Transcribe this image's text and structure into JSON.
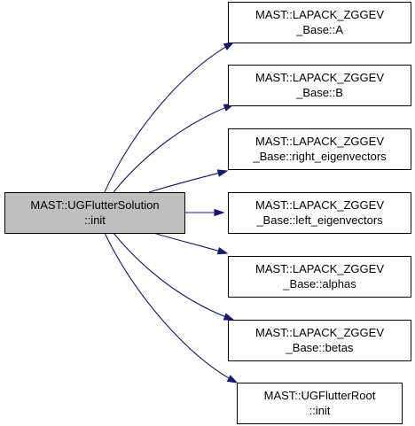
{
  "colors": {
    "root_fill": "#bfbfbf",
    "node_fill": "#ffffff",
    "border": "#000000",
    "edge": "#191970"
  },
  "root": {
    "id": "root",
    "lines": [
      "MAST::UGFlutterSolution",
      "::init"
    ]
  },
  "nodes": [
    {
      "id": "a",
      "lines": [
        "MAST::LAPACK_ZGGEV",
        "_Base::A"
      ]
    },
    {
      "id": "b",
      "lines": [
        "MAST::LAPACK_ZGGEV",
        "_Base::B"
      ]
    },
    {
      "id": "right-eigenvectors",
      "lines": [
        "MAST::LAPACK_ZGGEV",
        "_Base::right_eigenvectors"
      ]
    },
    {
      "id": "left-eigenvectors",
      "lines": [
        "MAST::LAPACK_ZGGEV",
        "_Base::left_eigenvectors"
      ]
    },
    {
      "id": "alphas",
      "lines": [
        "MAST::LAPACK_ZGGEV",
        "_Base::alphas"
      ]
    },
    {
      "id": "betas",
      "lines": [
        "MAST::LAPACK_ZGGEV",
        "_Base::betas"
      ]
    },
    {
      "id": "ugflutterroot-init",
      "lines": [
        "MAST::UGFlutterRoot",
        "::init"
      ]
    }
  ],
  "edges": [
    {
      "from": "root",
      "to": "a"
    },
    {
      "from": "root",
      "to": "b"
    },
    {
      "from": "root",
      "to": "right-eigenvectors"
    },
    {
      "from": "root",
      "to": "left-eigenvectors"
    },
    {
      "from": "root",
      "to": "alphas"
    },
    {
      "from": "root",
      "to": "betas"
    },
    {
      "from": "root",
      "to": "ugflutterroot-init"
    }
  ]
}
